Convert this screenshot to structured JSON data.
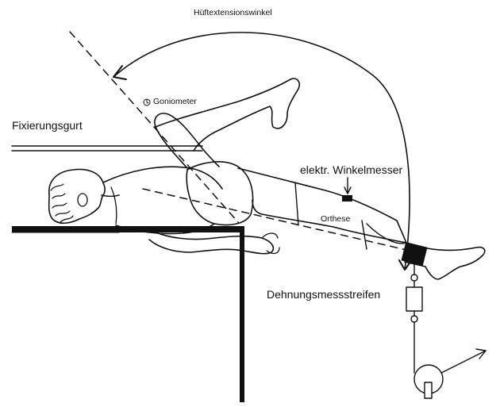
{
  "labels": {
    "hip_extension_angle": "Hüftextensionswinkel",
    "goniometer": "Goniometer",
    "fixation_strap": "Fixierungsgurt",
    "electronic_angle_meter": "elektr. Winkelmesser",
    "orthosis": "Orthese",
    "strain_gauge": "Dehnungsmessstreifen"
  },
  "colors": {
    "ink": "#111111",
    "background": "#ffffff"
  }
}
